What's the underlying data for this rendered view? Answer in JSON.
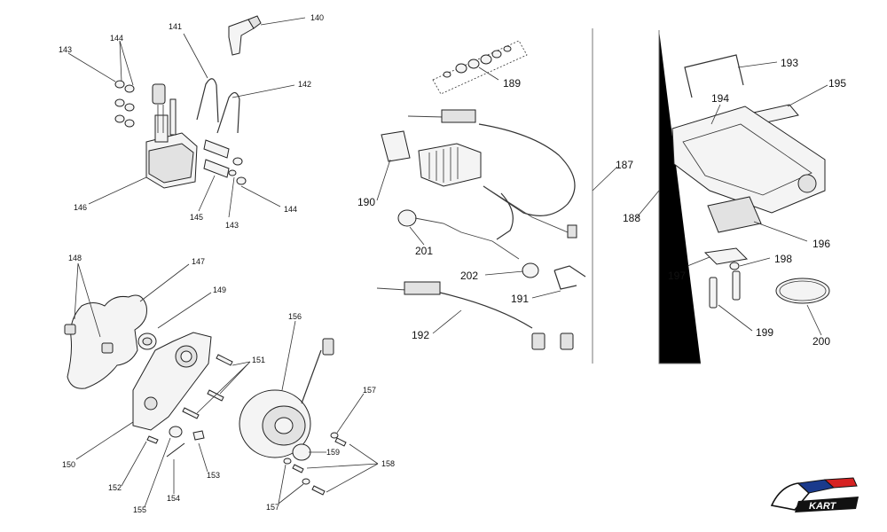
{
  "labels": {
    "l140": "140",
    "l141": "141",
    "l142": "142",
    "l143a": "143",
    "l144a": "144",
    "l146": "146",
    "l145": "145",
    "l143b": "143",
    "l144b": "144",
    "l148": "148",
    "l147": "147",
    "l149": "149",
    "l156": "156",
    "l151": "151",
    "l150": "150",
    "l152": "152",
    "l155": "155",
    "l154": "154",
    "l153": "153",
    "l157a": "157",
    "l157b": "157",
    "l158": "158",
    "l159": "159",
    "l189": "189",
    "l190": "190",
    "l187": "187",
    "l201": "201",
    "l202": "202",
    "l191": "191",
    "l192": "192",
    "l188": "188",
    "l193": "193",
    "l194": "194",
    "l195": "195",
    "l196": "196",
    "l197": "197",
    "l198": "198",
    "l199": "199",
    "l200": "200"
  },
  "logo": {
    "text": "KART"
  }
}
